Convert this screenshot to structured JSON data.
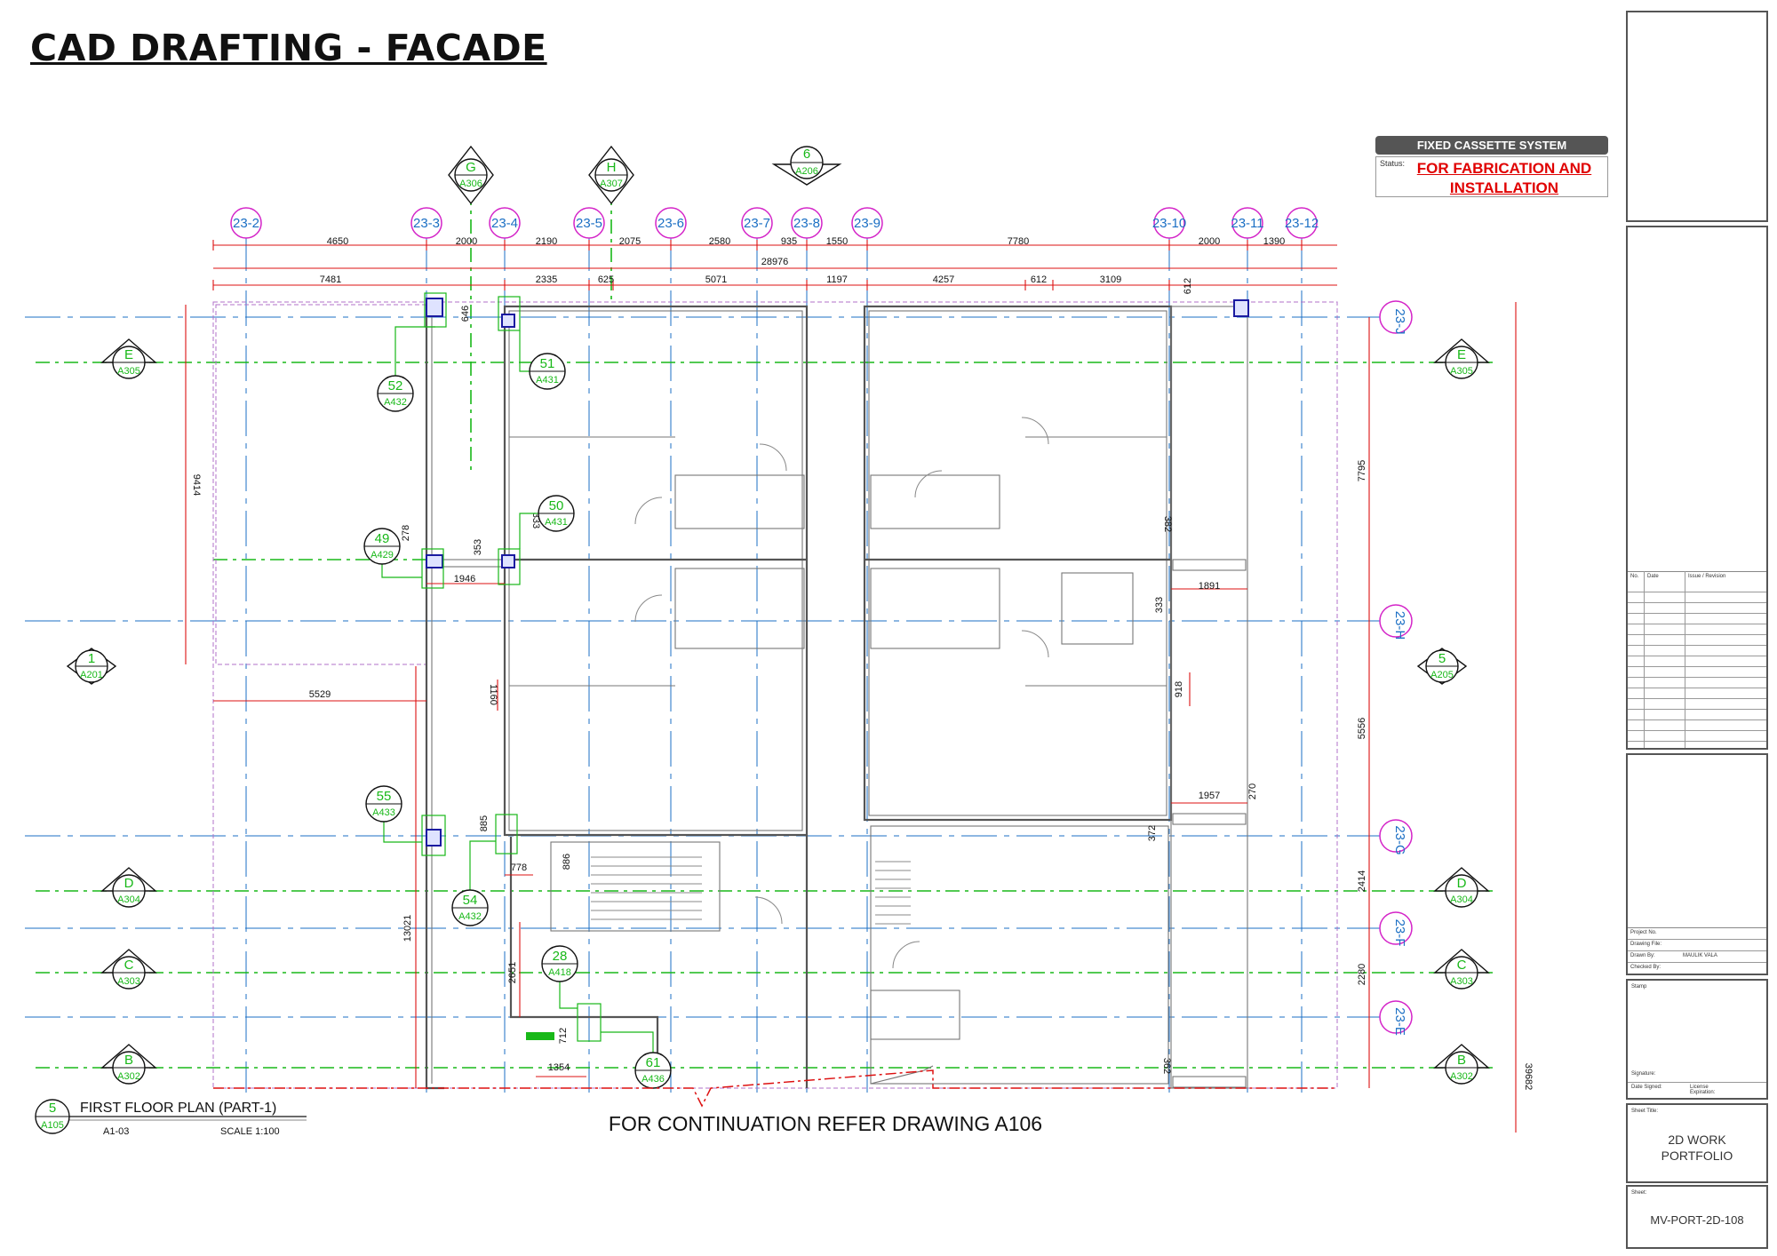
{
  "title": "CAD DRAFTING - FACADE",
  "colors": {
    "grid_blue": "#1b6fc4",
    "bubble_magenta": "#d424c8",
    "section_green": "#18b818",
    "dim_red": "#dd1111",
    "wall": "#555555"
  },
  "status": {
    "header": "FIXED CASSETTE  SYSTEM",
    "label": "Status:",
    "value": "FOR FABRICATION AND INSTALLATION"
  },
  "grid_v": [
    "23-2",
    "23-3",
    "23-4",
    "23-5",
    "23-6",
    "23-7",
    "23-8",
    "23-9",
    "23-10",
    "23-11",
    "23-12"
  ],
  "grid_h": [
    "23-J",
    "23-H",
    "23-G",
    "23-F",
    "23-E"
  ],
  "sections_top": [
    {
      "letter": "G",
      "sheet": "A306"
    },
    {
      "letter": "H",
      "sheet": "A307"
    },
    {
      "letter": "6",
      "sheet": "A206"
    }
  ],
  "sections_side": [
    {
      "letter": "E",
      "sheet": "A305"
    },
    {
      "letter": "E",
      "sheet": "A305"
    },
    {
      "letter": "1",
      "sheet": "A201"
    },
    {
      "letter": "5",
      "sheet": "A205"
    },
    {
      "letter": "D",
      "sheet": "A304"
    },
    {
      "letter": "D",
      "sheet": "A304"
    },
    {
      "letter": "C",
      "sheet": "A303"
    },
    {
      "letter": "C",
      "sheet": "A303"
    },
    {
      "letter": "B",
      "sheet": "A302"
    },
    {
      "letter": "B",
      "sheet": "A302"
    }
  ],
  "details": [
    {
      "num": "52",
      "sheet": "A432"
    },
    {
      "num": "51",
      "sheet": "A431"
    },
    {
      "num": "50",
      "sheet": "A431"
    },
    {
      "num": "49",
      "sheet": "A429"
    },
    {
      "num": "55",
      "sheet": "A433"
    },
    {
      "num": "54",
      "sheet": "A432"
    },
    {
      "num": "28",
      "sheet": "A418"
    },
    {
      "num": "61",
      "sheet": "A436"
    }
  ],
  "dims_row1": [
    "4650",
    "2000",
    "2190",
    "2075",
    "2580",
    "935",
    "1550",
    "7780",
    "2000",
    "1390"
  ],
  "dim_overall": "28976",
  "dims_row2": [
    "7481",
    "2335",
    "625",
    "5071",
    "1197",
    "4257",
    "612",
    "3109"
  ],
  "dims_misc": {
    "d646": "646",
    "d612": "612",
    "d9414": "9414",
    "d7795": "7795",
    "d5556": "5556",
    "d2414": "2414",
    "d2280": "2280",
    "d39682": "39682",
    "d13021": "13021",
    "d5529": "5529",
    "d1946": "1946",
    "d278": "278",
    "d353": "353",
    "d333a": "333",
    "d1160": "1160",
    "d885": "885",
    "d778": "778",
    "d886": "886",
    "d2651": "2651",
    "d712": "712",
    "d1354": "1354",
    "d382": "382",
    "d1891": "1891",
    "d333b": "333",
    "d918": "918",
    "d1957": "1957",
    "d270": "270",
    "d372": "372",
    "d362": "362"
  },
  "view_title": {
    "bubble_num": "5",
    "bubble_sheet": "A105",
    "name": "FIRST FLOOR PLAN (PART-1)",
    "ref": "A1-03",
    "scale": "SCALE 1:100"
  },
  "continuation_note": "FOR CONTINUATION REFER DRAWING A106",
  "revision_table": {
    "col_no": "No.",
    "col_date": "Date",
    "col_issue": "Issue / Revision"
  },
  "project_info": {
    "project_no_label": "Project No.",
    "drawing_file_label": "Drawing File:",
    "drawn_by_label": "Drawn By:",
    "drawn_by_value": "MAULIK VALA",
    "checked_by_label": "Checked By:"
  },
  "stamp": {
    "stamp_label": "Stamp",
    "signature_label": "Signature:",
    "date_signed_label": "Date Signed:",
    "license_label": "License Expiration:"
  },
  "sheet_title": {
    "label": "Sheet Title:",
    "value": "2D WORK PORTFOLIO"
  },
  "sheet": {
    "label": "Sheet:",
    "value": "MV-PORT-2D-108"
  }
}
